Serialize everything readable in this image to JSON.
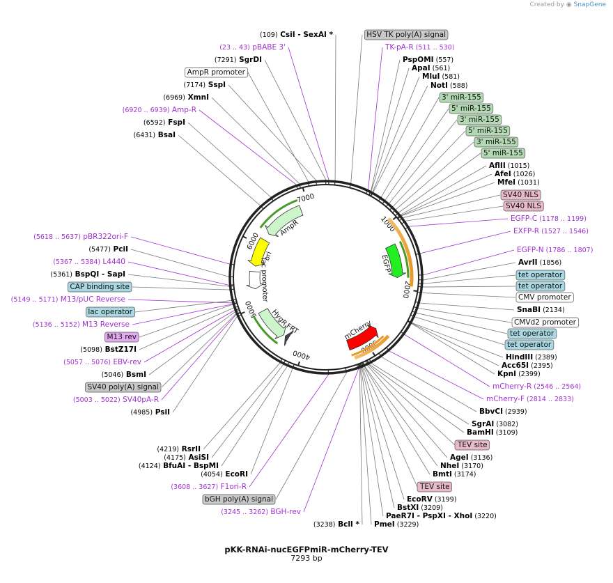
{
  "credit": {
    "prefix": "Created by",
    "brand": "SnapGene"
  },
  "plasmid": {
    "name": "pKK-RNAi-nucEGFPmiR-mCherry-TEV",
    "length": "7293 bp",
    "length_bp": 7293
  },
  "ring_ticks": [
    {
      "label": "1000",
      "pos": 1000
    },
    {
      "label": "2000",
      "pos": 2000
    },
    {
      "label": "3000",
      "pos": 3000
    },
    {
      "label": "4000",
      "pos": 4000
    },
    {
      "label": "5000",
      "pos": 5000
    },
    {
      "label": "6000",
      "pos": 6000
    },
    {
      "label": "7000",
      "pos": 7000
    }
  ],
  "features": [
    {
      "name": "AmpR",
      "start": 6220,
      "end": 6880,
      "color": "#ccf5cc",
      "strand": -1
    },
    {
      "name": "ori",
      "start": 5650,
      "end": 6100,
      "color": "#ffff00",
      "strand": -1
    },
    {
      "name": "lac promoter",
      "start": 5280,
      "end": 5560,
      "color": "#ffffff",
      "strand": -1
    },
    {
      "name": "HygR",
      "start": 4380,
      "end": 4900,
      "color": "#ccf5cc",
      "strand": -1
    },
    {
      "name": "FRT",
      "start": 4290,
      "end": 4350,
      "color": "#444444",
      "strand": 1
    },
    {
      "name": "EGFP",
      "start": 1300,
      "end": 1830,
      "color": "#22ee22",
      "strand": 1
    },
    {
      "name": "mCherry",
      "start": 2750,
      "end": 3280,
      "color": "#ff0000",
      "strand": -1
    }
  ],
  "labels_left": [
    {
      "pos": "(109)",
      "name": "CsiI",
      "extra": "- SexAI *",
      "type": "enzyme",
      "site": 109
    },
    {
      "name": "HSV TK poly(A) signal",
      "type": "box",
      "color": "#c8c8c8",
      "site": 300
    },
    {
      "range": "(23 .. 43)",
      "name": "pBABE 3'",
      "type": "primer",
      "site": 33
    },
    {
      "pos": "(7291)",
      "name": "SgrDI",
      "type": "enzyme",
      "site": 7291
    },
    {
      "name": "AmpR promoter",
      "type": "box",
      "color": "#ffffff",
      "site": 7080
    },
    {
      "pos": "(7174)",
      "name": "SspI",
      "type": "enzyme",
      "site": 7174
    },
    {
      "pos": "(6969)",
      "name": "XmnI",
      "type": "enzyme",
      "site": 6969
    },
    {
      "range": "(6920 .. 6939)",
      "name": "Amp-R",
      "type": "primer",
      "site": 6930
    },
    {
      "pos": "(6592)",
      "name": "FspI",
      "type": "enzyme",
      "site": 6592
    },
    {
      "pos": "(6431)",
      "name": "BsaI",
      "type": "enzyme",
      "site": 6431
    },
    {
      "range": "(5618 .. 5637)",
      "name": "pBR322ori-F",
      "type": "primer",
      "site": 5628
    },
    {
      "pos": "(5477)",
      "name": "PciI",
      "type": "enzyme",
      "site": 5477
    },
    {
      "range": "(5367 .. 5384)",
      "name": "L4440",
      "type": "primer",
      "site": 5375
    },
    {
      "pos": "(5361)",
      "name": "BspQI",
      "extra": "- SapI",
      "type": "enzyme",
      "site": 5361
    },
    {
      "name": "CAP binding site",
      "type": "box",
      "color": "#a9d8e2",
      "site": 5320
    },
    {
      "range": "(5149 .. 5171)",
      "name": "M13/pUC Reverse",
      "type": "primer",
      "site": 5160
    },
    {
      "name": "lac operator",
      "type": "box",
      "color": "#a9d8e2",
      "site": 5190
    },
    {
      "range": "(5136 .. 5152)",
      "name": "M13 Reverse",
      "type": "primer",
      "site": 5144
    },
    {
      "name": "M13 rev",
      "type": "box",
      "color": "#e2aaf0",
      "site": 5140
    },
    {
      "pos": "(5098)",
      "name": "BstZ17I",
      "type": "enzyme",
      "site": 5098
    },
    {
      "range": "(5057 .. 5076)",
      "name": "EBV-rev",
      "type": "primer",
      "site": 5066
    },
    {
      "pos": "(5046)",
      "name": "BsmI",
      "type": "enzyme",
      "site": 5046
    },
    {
      "name": "SV40 poly(A) signal",
      "type": "box",
      "color": "#c8c8c8",
      "site": 5020
    },
    {
      "range": "(5003 .. 5022)",
      "name": "SV40pA-R",
      "type": "primer",
      "site": 5012
    },
    {
      "pos": "(4985)",
      "name": "PsiI",
      "type": "enzyme",
      "site": 4985
    }
  ],
  "labels_bottom_left": [
    {
      "pos": "(4219)",
      "name": "RsrII",
      "type": "enzyme",
      "site": 4219
    },
    {
      "pos": "(4175)",
      "name": "AsiSI",
      "type": "enzyme",
      "site": 4175
    },
    {
      "pos": "(4124)",
      "name": "BfuAI",
      "extra": "- BspMI",
      "type": "enzyme",
      "site": 4124
    },
    {
      "pos": "(4054)",
      "name": "EcoRI",
      "type": "enzyme",
      "site": 4054
    },
    {
      "range": "(3608 .. 3627)",
      "name": "F1ori-R",
      "type": "primer",
      "site": 3618
    },
    {
      "name": "bGH poly(A) signal",
      "type": "box",
      "color": "#c8c8c8",
      "site": 3400
    },
    {
      "range": "(3245 .. 3262)",
      "name": "BGH-rev",
      "type": "primer",
      "site": 3253
    },
    {
      "pos": "(3238)",
      "name": "BclI *",
      "type": "enzyme",
      "site": 3238
    }
  ],
  "labels_right": [
    {
      "range": "(511 .. 530)",
      "name": "TK-pA-R",
      "type": "primer",
      "site": 520
    },
    {
      "name": "PspOMI",
      "pos": "(557)",
      "type": "enzyme",
      "site": 557
    },
    {
      "name": "ApaI",
      "pos": "(561)",
      "type": "enzyme",
      "site": 561
    },
    {
      "name": "MluI",
      "pos": "(581)",
      "type": "enzyme",
      "site": 581
    },
    {
      "name": "NotI",
      "pos": "(588)",
      "type": "enzyme",
      "site": 588
    },
    {
      "name": "3' miR-155",
      "type": "box",
      "color": "#b3d9b3",
      "site": 700
    },
    {
      "name": "5' miR-155",
      "type": "box",
      "color": "#b3d9b3",
      "site": 760
    },
    {
      "name": "3' miR-155",
      "type": "box",
      "color": "#b3d9b3",
      "site": 820
    },
    {
      "name": "5' miR-155",
      "type": "box",
      "color": "#b3d9b3",
      "site": 880
    },
    {
      "name": "3' miR-155",
      "type": "box",
      "color": "#b3d9b3",
      "site": 930
    },
    {
      "name": "5' miR-155",
      "type": "box",
      "color": "#b3d9b3",
      "site": 980
    },
    {
      "name": "AflII",
      "pos": "(1015)",
      "type": "enzyme",
      "site": 1015
    },
    {
      "name": "AfeI",
      "pos": "(1026)",
      "type": "enzyme",
      "site": 1026
    },
    {
      "name": "MfeI",
      "pos": "(1031)",
      "type": "enzyme",
      "site": 1031
    },
    {
      "name": "SV40 NLS",
      "type": "box",
      "color": "#e8b9c8",
      "site": 1060
    },
    {
      "name": "SV40 NLS",
      "type": "box",
      "color": "#e8b9c8",
      "site": 1110
    },
    {
      "name": "EGFP-C",
      "range": "(1178 .. 1199)",
      "type": "primer",
      "site": 1188
    },
    {
      "name": "EXFP-R",
      "range": "(1527 .. 1546)",
      "type": "primer",
      "site": 1536
    },
    {
      "name": "EGFP-N",
      "range": "(1786 .. 1807)",
      "type": "primer",
      "site": 1796
    },
    {
      "name": "AvrII",
      "pos": "(1856)",
      "type": "enzyme",
      "site": 1856
    },
    {
      "name": "tet operator",
      "type": "box",
      "color": "#a9d8e2",
      "site": 1900
    },
    {
      "name": "tet operator",
      "type": "box",
      "color": "#a9d8e2",
      "site": 1940
    },
    {
      "name": "CMV promoter",
      "type": "box",
      "color": "#ffffff",
      "site": 2010
    },
    {
      "name": "SnaBI",
      "pos": "(2134)",
      "type": "enzyme",
      "site": 2134
    },
    {
      "name": "CMVd2 promoter",
      "type": "box",
      "color": "#ffffff",
      "site": 2200
    },
    {
      "name": "tet operator",
      "type": "box",
      "color": "#a9d8e2",
      "site": 2260
    },
    {
      "name": "tet operator",
      "type": "box",
      "color": "#a9d8e2",
      "site": 2310
    },
    {
      "name": "HindIII",
      "pos": "(2389)",
      "type": "enzyme",
      "site": 2389
    },
    {
      "name": "Acc65I",
      "pos": "(2395)",
      "type": "enzyme",
      "site": 2395
    },
    {
      "name": "KpnI",
      "pos": "(2399)",
      "type": "enzyme",
      "site": 2399
    },
    {
      "name": "mCherry-R",
      "range": "(2546 .. 2564)",
      "type": "primer",
      "site": 2555
    },
    {
      "name": "mCherry-F",
      "range": "(2814 .. 2833)",
      "type": "primer",
      "site": 2823
    },
    {
      "name": "BbvCI",
      "pos": "(2939)",
      "type": "enzyme",
      "site": 2939
    },
    {
      "name": "SgrAI",
      "pos": "(3082)",
      "type": "enzyme",
      "site": 3082
    },
    {
      "name": "BamHI",
      "pos": "(3109)",
      "type": "enzyme",
      "site": 3109
    },
    {
      "name": "TEV site",
      "type": "box",
      "color": "#e8b9c8",
      "site": 3120
    },
    {
      "name": "AgeI",
      "pos": "(3136)",
      "type": "enzyme",
      "site": 3136
    },
    {
      "name": "NheI",
      "pos": "(3170)",
      "type": "enzyme",
      "site": 3170
    },
    {
      "name": "BmtI",
      "pos": "(3174)",
      "type": "enzyme",
      "site": 3174
    },
    {
      "name": "TEV site",
      "type": "box",
      "color": "#e8b9c8",
      "site": 3185
    },
    {
      "name": "EcoRV",
      "pos": "(3199)",
      "type": "enzyme",
      "site": 3199
    },
    {
      "name": "BstXI",
      "pos": "(3209)",
      "type": "enzyme",
      "site": 3209
    },
    {
      "name": "PaeR7I",
      "extra": "- PspXI  - XhoI",
      "pos": "(3220)",
      "type": "enzyme",
      "site": 3220
    },
    {
      "name": "PmeI",
      "pos": "(3229)",
      "type": "enzyme",
      "site": 3229
    }
  ],
  "colors": {
    "primer": "#a030d0",
    "enzyme": "#000000",
    "line": "#777777",
    "ring": "#222222"
  }
}
